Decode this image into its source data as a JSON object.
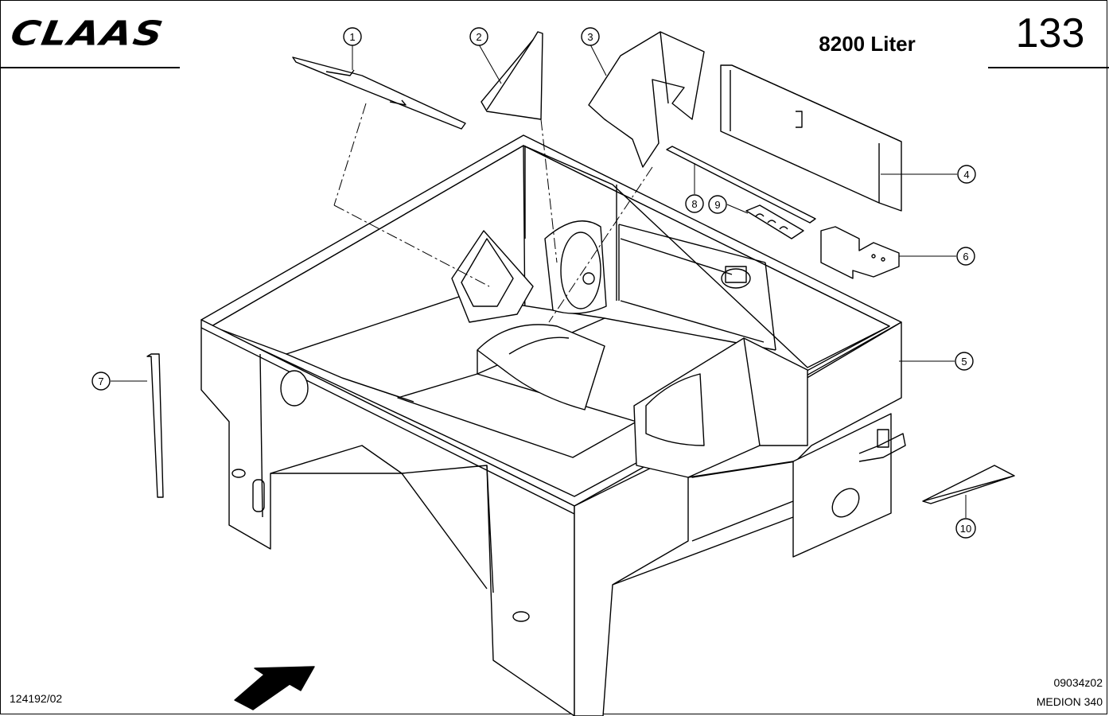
{
  "header": {
    "brand": "CLAAS",
    "subtitle": "8200 Liter",
    "page_number": "133"
  },
  "footer": {
    "left_code": "124192/02",
    "right_code": "09034z02",
    "model": "MEDION 340"
  },
  "callouts": [
    {
      "id": "c1",
      "label": "1"
    },
    {
      "id": "c2",
      "label": "2"
    },
    {
      "id": "c3",
      "label": "3"
    },
    {
      "id": "c4",
      "label": "4"
    },
    {
      "id": "c5",
      "label": "5"
    },
    {
      "id": "c6",
      "label": "6"
    },
    {
      "id": "c7",
      "label": "7"
    },
    {
      "id": "c8",
      "label": "8"
    },
    {
      "id": "c9",
      "label": "9"
    },
    {
      "id": "c10",
      "label": "10"
    }
  ],
  "colors": {
    "line": "#000000",
    "fill": "#ffffff",
    "background": "#ffffff"
  }
}
